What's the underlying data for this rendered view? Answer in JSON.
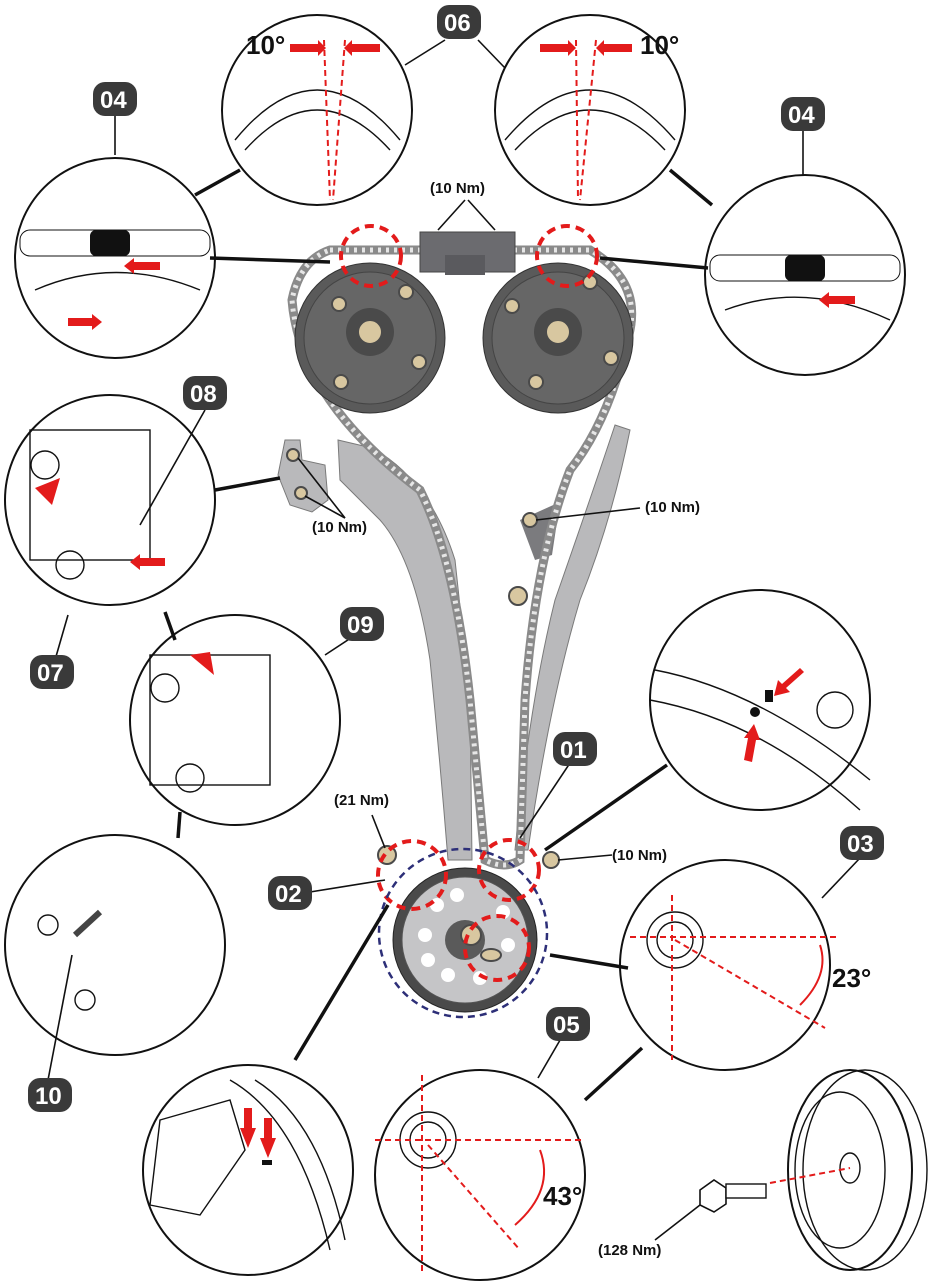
{
  "diagram": {
    "title": "",
    "subject": "Timing chain assembly with detail views",
    "callouts": [
      {
        "id": "01",
        "label": "01"
      },
      {
        "id": "02",
        "label": "02"
      },
      {
        "id": "03",
        "label": "03"
      },
      {
        "id": "04a",
        "label": "04"
      },
      {
        "id": "04b",
        "label": "04"
      },
      {
        "id": "05",
        "label": "05"
      },
      {
        "id": "06",
        "label": "06"
      },
      {
        "id": "07",
        "label": "07"
      },
      {
        "id": "08",
        "label": "08"
      },
      {
        "id": "09",
        "label": "09"
      },
      {
        "id": "10",
        "label": "10"
      }
    ],
    "torques": {
      "cam_guide_top": "(10 Nm)",
      "left_tensioner_bracket": "(10 Nm)",
      "right_guide_upper": "(10 Nm)",
      "tensioner_pivot": "(21 Nm)",
      "right_guide_lower": "(10 Nm)",
      "crank_pulley_bolt": "(128 Nm)"
    },
    "angles": {
      "cam_left": "10°",
      "cam_right": "10°",
      "crank_detail_03": "23°",
      "crank_detail_05": "43°"
    },
    "colors": {
      "badge": "#3a3a3a",
      "marking_red": "#e31b1b",
      "crank_highlight_blue": "#2d2f78",
      "sprocket_grey": "#5a5a5a",
      "guide_grey": "#b9b9bb"
    }
  }
}
